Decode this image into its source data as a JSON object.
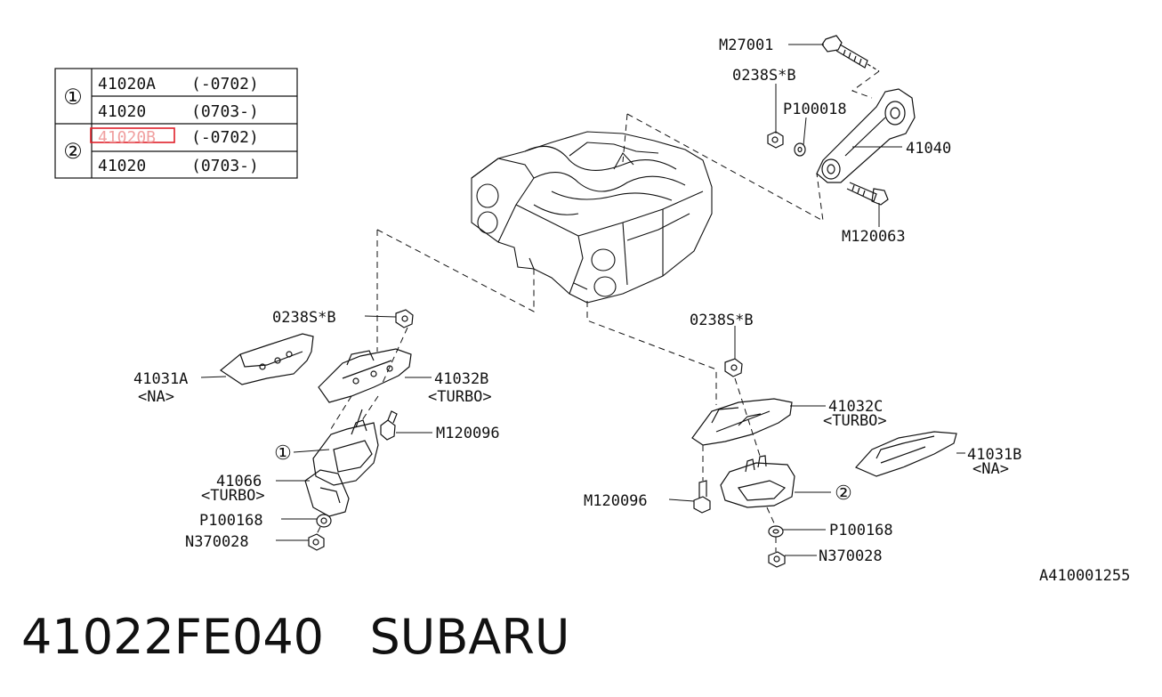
{
  "table": {
    "rows": [
      {
        "marker": "①",
        "part": "41020A",
        "range": "(-0702)",
        "highlight": false
      },
      {
        "marker": "",
        "part": "41020",
        "range": "(0703-)",
        "highlight": false
      },
      {
        "marker": "②",
        "part": "41020B",
        "range": "(-0702)",
        "highlight": true
      },
      {
        "marker": "",
        "part": "41020",
        "range": "(0703-)",
        "highlight": false
      }
    ]
  },
  "callouts": {
    "m27001": "M27001",
    "b0238_top": "0238S*B",
    "p100018": "P100018",
    "p41040": "41040",
    "m120063": "M120063",
    "b0238_left": "0238S*B",
    "p41031a": "41031A",
    "na_left": "<NA>",
    "p41032b": "41032B",
    "turbo_b": "<TURBO>",
    "m120096_left": "M120096",
    "circle1": "①",
    "p41066": "41066",
    "turbo_66": "<TURBO>",
    "p100168_left": "P100168",
    "n370028_left": "N370028",
    "b0238_right": "0238S*B",
    "p41032c": "41032C",
    "turbo_c": "<TURBO>",
    "p41031b": "41031B",
    "na_right": "<NA>",
    "m120096_right": "M120096",
    "circle2": "②",
    "p100168_right": "P100168",
    "n370028_right": "N370028"
  },
  "diagram_code": "A410001255",
  "caption": {
    "part_number": "41022FE040",
    "brand": "SUBARU"
  },
  "colors": {
    "line": "#111111",
    "highlight": "#e0202a"
  }
}
